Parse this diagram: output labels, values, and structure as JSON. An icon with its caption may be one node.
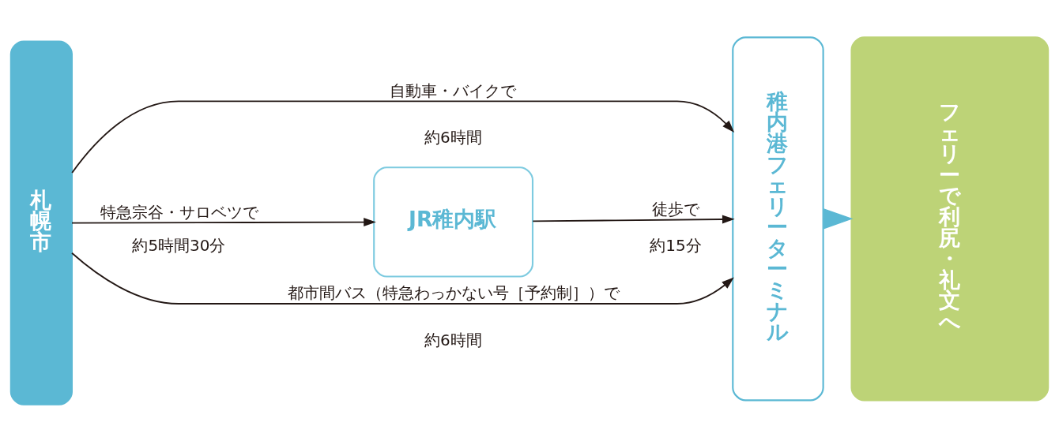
{
  "diagram": {
    "nodes": [
      {
        "text": [
          "札幌市"
        ]
      },
      {
        "text": [
          "JR稚内駅"
        ]
      },
      {
        "text": [
          "稚内港フェリーターミナル"
        ]
      },
      {
        "text": [
          "フェリーで利尻・礼文へ"
        ]
      }
    ],
    "edges": [
      {
        "from": 0,
        "to": 2,
        "arrow": "to",
        "label": "自動車・バイクで"
      },
      {
        "from": 0,
        "to": 1,
        "arrow": "to",
        "label": "特急宗谷・サロベツで"
      },
      {
        "from": 1,
        "to": 2,
        "arrow": "to",
        "label": "徒歩で"
      },
      {
        "from": 0,
        "to": 2,
        "arrow": "to",
        "label": "都市間バス（特急わっかない号［予約制］）で"
      },
      {
        "from": 2,
        "to": 3,
        "arrow": "to",
        "color": "#5bb8d4"
      }
    ],
    "labels": [
      "約6時間",
      "約5時間30分",
      "約15分",
      "約6時間"
    ]
  }
}
